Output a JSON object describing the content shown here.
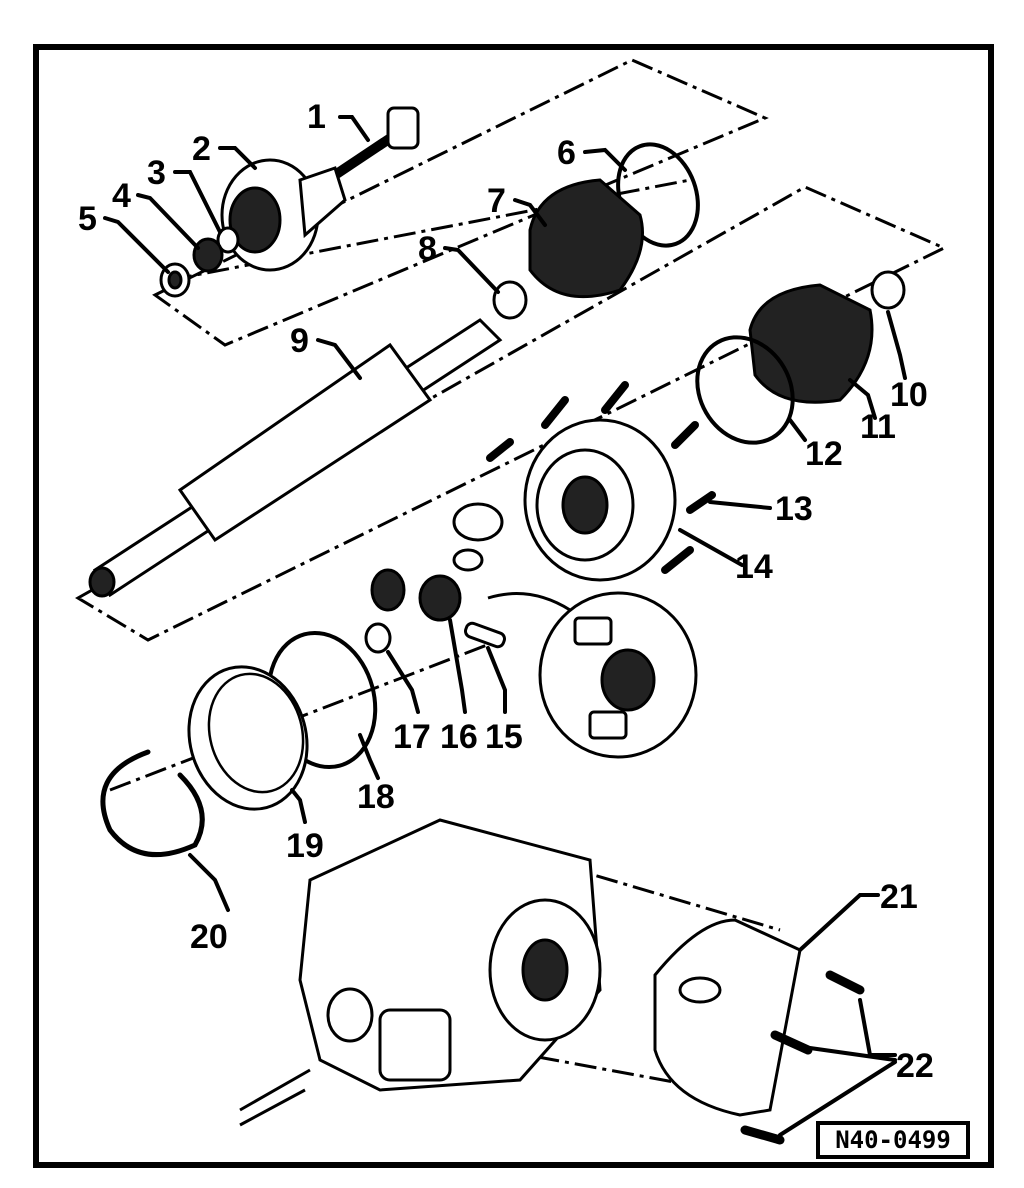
{
  "figure": {
    "reference_code": "N40-0499",
    "callouts": [
      "1",
      "2",
      "3",
      "4",
      "5",
      "6",
      "7",
      "8",
      "9",
      "10",
      "11",
      "12",
      "13",
      "14",
      "15",
      "16",
      "17",
      "18",
      "19",
      "20",
      "21",
      "22"
    ]
  },
  "colors": {
    "ink": "#000000",
    "paper": "#ffffff"
  }
}
